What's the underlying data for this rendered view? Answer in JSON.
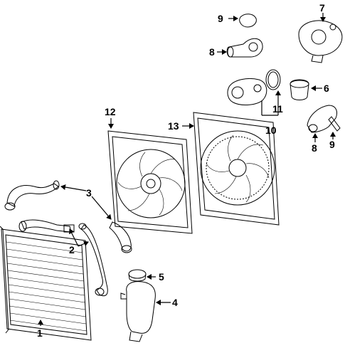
{
  "callouts": [
    {
      "key": "c1",
      "label": "1"
    },
    {
      "key": "c2",
      "label": "2"
    },
    {
      "key": "c3",
      "label": "3"
    },
    {
      "key": "c4",
      "label": "4"
    },
    {
      "key": "c5",
      "label": "5"
    },
    {
      "key": "c6",
      "label": "6"
    },
    {
      "key": "c7",
      "label": "7"
    },
    {
      "key": "c8a",
      "label": "8"
    },
    {
      "key": "c8b",
      "label": "8"
    },
    {
      "key": "c9a",
      "label": "9"
    },
    {
      "key": "c9b",
      "label": "9"
    },
    {
      "key": "c10",
      "label": "10"
    },
    {
      "key": "c11",
      "label": "11"
    },
    {
      "key": "c12",
      "label": "12"
    },
    {
      "key": "c13",
      "label": "13"
    }
  ]
}
